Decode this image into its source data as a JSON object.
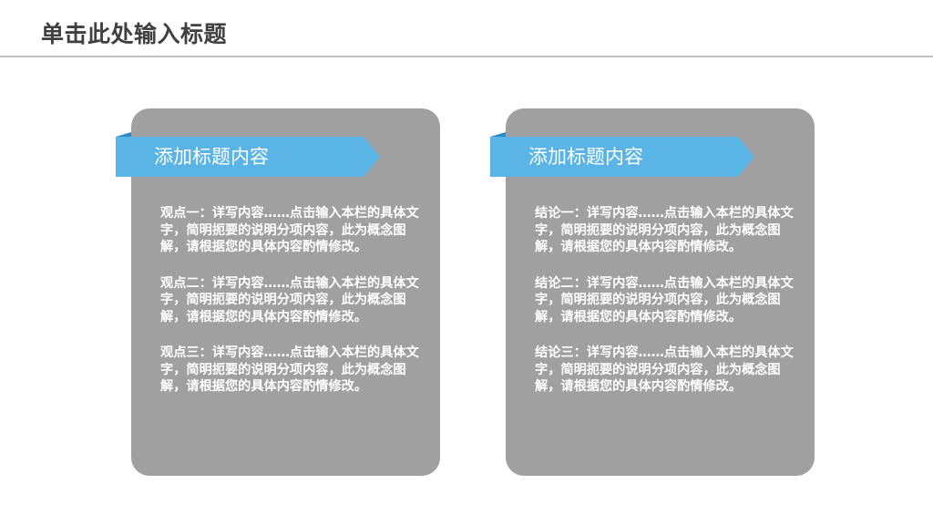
{
  "slide": {
    "title": "单击此处输入标题"
  },
  "colors": {
    "card": "#a0a0a0",
    "banner": "#5ab4e5",
    "banner_fold": "#2f89c4",
    "title": "#404040"
  },
  "left_card": {
    "heading": "添加标题内容",
    "paragraphs": [
      "观点一：详写内容……点击输入本栏的具体文字，简明扼要的说明分项内容，此为概念图解，请根据您的具体内容酌情修改。",
      "观点二：详写内容……点击输入本栏的具体文字，简明扼要的说明分项内容，此为概念图解，请根据您的具体内容酌情修改。",
      "观点三：详写内容……点击输入本栏的具体文字，简明扼要的说明分项内容，此为概念图解，请根据您的具体内容酌情修改。"
    ]
  },
  "right_card": {
    "heading": "添加标题内容",
    "paragraphs": [
      "结论一：详写内容……点击输入本栏的具体文字，简明扼要的说明分项内容，此为概念图解，请根据您的具体内容酌情修改。",
      "结论二：详写内容……点击输入本栏的具体文字，简明扼要的说明分项内容，此为概念图解，请根据您的具体内容酌情修改。",
      "结论三：详写内容……点击输入本栏的具体文字，简明扼要的说明分项内容，此为概念图解，请根据您的具体内容酌情修改。"
    ]
  }
}
